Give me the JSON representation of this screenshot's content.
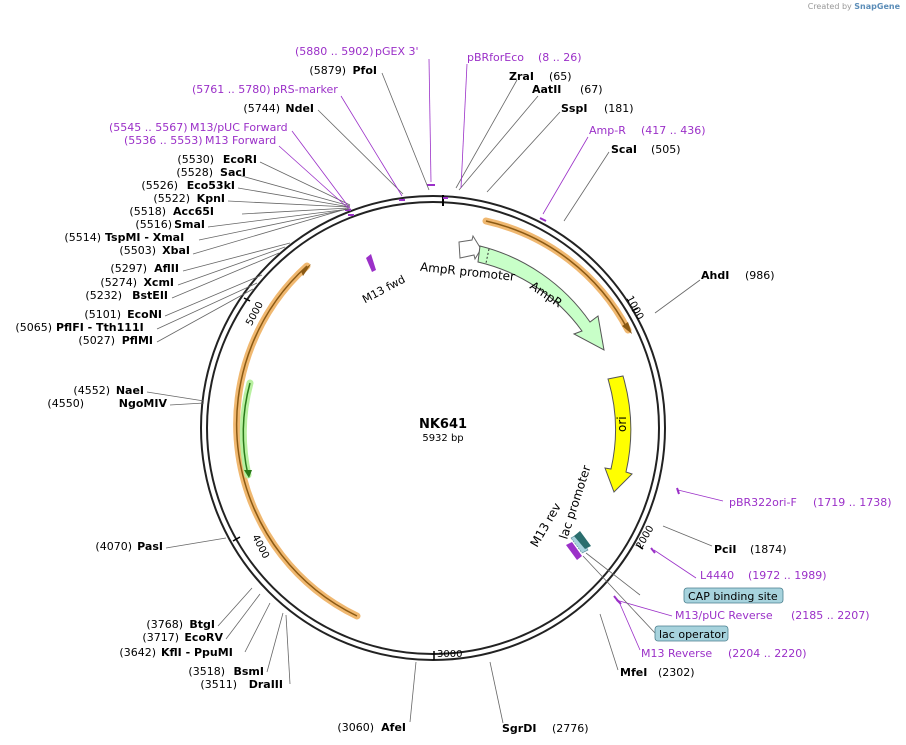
{
  "title": "NK641",
  "subtitle": "5932 bp",
  "watermark": {
    "prefix": "Created by",
    "brand": "SnapGene"
  },
  "colors": {
    "primer": "#9b30c8",
    "feature_green": "#c8ffc8",
    "ori_yellow": "#ffff00",
    "orf_orange": "#f0b870",
    "orf_brown": "#8b5a14",
    "box_fill": "#a7d3dd"
  },
  "ticks": [
    "1000",
    "2000",
    "3000",
    "4000",
    "5000"
  ],
  "sites_right": [
    {
      "name": "ZraI",
      "pos": "(65)"
    },
    {
      "name": "AatII",
      "pos": "(67)"
    },
    {
      "name": "SspI",
      "pos": "(181)"
    },
    {
      "name": "ScaI",
      "pos": "(505)"
    },
    {
      "name": "AhdI",
      "pos": "(986)"
    },
    {
      "name": "PciI",
      "pos": "(1874)"
    },
    {
      "name": "MfeI",
      "pos": "(2302)"
    },
    {
      "name": "SgrDI",
      "pos": "(2776)"
    }
  ],
  "sites_left": [
    {
      "name": "PfoI",
      "pos": "(5879)"
    },
    {
      "name": "NdeI",
      "pos": "(5744)"
    },
    {
      "name": "EcoRI",
      "pos": "(5530)"
    },
    {
      "name": "SacI",
      "pos": "(5528)"
    },
    {
      "name": "Eco53kI",
      "pos": "(5526)"
    },
    {
      "name": "KpnI",
      "pos": "(5522)"
    },
    {
      "name": "Acc65I",
      "pos": "(5518)"
    },
    {
      "name": "SmaI",
      "pos": "(5516)"
    },
    {
      "name": "TspMI - XmaI",
      "pos": "(5514)"
    },
    {
      "name": "XbaI",
      "pos": "(5503)"
    },
    {
      "name": "AflII",
      "pos": "(5297)"
    },
    {
      "name": "XcmI",
      "pos": "(5274)"
    },
    {
      "name": "BstEII",
      "pos": "(5232)"
    },
    {
      "name": "EcoNI",
      "pos": "(5101)"
    },
    {
      "name": "PflFI - Tth111I",
      "pos": "(5065)"
    },
    {
      "name": "PflMI",
      "pos": "(5027)"
    },
    {
      "name": "NaeI",
      "pos": "(4552)"
    },
    {
      "name": "NgoMIV",
      "pos": "(4550)"
    },
    {
      "name": "PasI",
      "pos": "(4070)"
    },
    {
      "name": "BtgI",
      "pos": "(3768)"
    },
    {
      "name": "EcoRV",
      "pos": "(3717)"
    },
    {
      "name": "KflI - PpuMI",
      "pos": "(3642)"
    },
    {
      "name": "BsmI",
      "pos": "(3518)"
    },
    {
      "name": "DraIII",
      "pos": "(3511)"
    },
    {
      "name": "AfeI",
      "pos": "(3060)"
    }
  ],
  "primers": [
    {
      "name": "pGEX 3'",
      "range": "(5880 .. 5902)"
    },
    {
      "name": "pBRforEco",
      "range": "(8 .. 26)"
    },
    {
      "name": "pRS-marker",
      "range": "(5761 .. 5780)"
    },
    {
      "name": "M13/pUC Forward",
      "range": "(5545 .. 5567)"
    },
    {
      "name": "M13 Forward",
      "range": "(5536 .. 5553)"
    },
    {
      "name": "Amp-R",
      "range": "(417 .. 436)"
    },
    {
      "name": "pBR322ori-F",
      "range": "(1719 .. 1738)"
    },
    {
      "name": "L4440",
      "range": "(1972 .. 1989)"
    },
    {
      "name": "M13/pUC Reverse",
      "range": "(2185 .. 2207)"
    },
    {
      "name": "M13 Reverse",
      "range": "(2204 .. 2220)"
    }
  ],
  "boxed_features": [
    "CAP binding site",
    "lac operator"
  ],
  "inner_features": [
    "M13 fwd",
    "AmpR promoter",
    "AmpR",
    "ori",
    "lac promoter",
    "M13 rev"
  ]
}
